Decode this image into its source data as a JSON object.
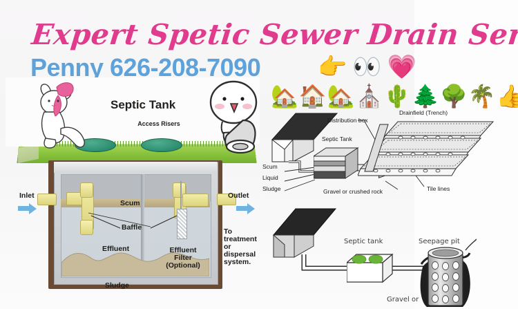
{
  "banner": {
    "headline": "Expert Spetic Sewer Drain Service",
    "phone": "Penny 626-208-7090",
    "headline_color": "#e13b8e",
    "phone_color": "#5fa2da"
  },
  "emojis": {
    "row1": [
      "👉",
      "👀",
      "💗"
    ],
    "row2": [
      "🏡",
      "🏠",
      "🏡",
      "⛪",
      "🌵",
      "🌲",
      "🌳",
      "🌴",
      "👍"
    ]
  },
  "stickers": [
    {
      "name": "marie-cat-sticker",
      "description": "white cat with pink bow"
    },
    {
      "name": "toilet-character-sticker",
      "description": "white cartoon character on toilet"
    }
  ],
  "left_diagram": {
    "title": "Septic Tank",
    "riser_label": "Access Risers",
    "labels": {
      "inlet": "Inlet",
      "outlet": "Outlet",
      "scum": "Scum",
      "baffle": "Baffle",
      "effluent": "Effluent",
      "sludge": "Sludge",
      "effluent_filter": "Effluent Filter (Optional)",
      "effluent_filter_l1": "Effluent",
      "effluent_filter_l2": "Filter",
      "effluent_filter_l3": "(Optional)",
      "dispersal_l1": "To treatment",
      "dispersal_l2": "or dispersal",
      "dispersal_l3": "system."
    },
    "colors": {
      "grass": "#8cc63f",
      "riser": "#1f7f63",
      "pipe": "#ddd47c",
      "tank_wall": "#6b4a33",
      "scum": "#b6a67f",
      "arrow": "#6fb3e0"
    }
  },
  "right_top_diagram": {
    "labels": {
      "drainfield": "Drainfield (Trench)",
      "distribution_box": "Distribution box",
      "septic_tank": "Septic Tank",
      "scum": "Scum",
      "liquid": "Liquid",
      "sludge": "Sludge",
      "gravel": "Gravel or crushed rock",
      "tile_lines": "Tile lines"
    }
  },
  "right_bottom_diagram": {
    "labels": {
      "septic_tank": "Septic tank",
      "seepage_pit": "Seepage pit",
      "gravel": "Gravel or"
    }
  }
}
